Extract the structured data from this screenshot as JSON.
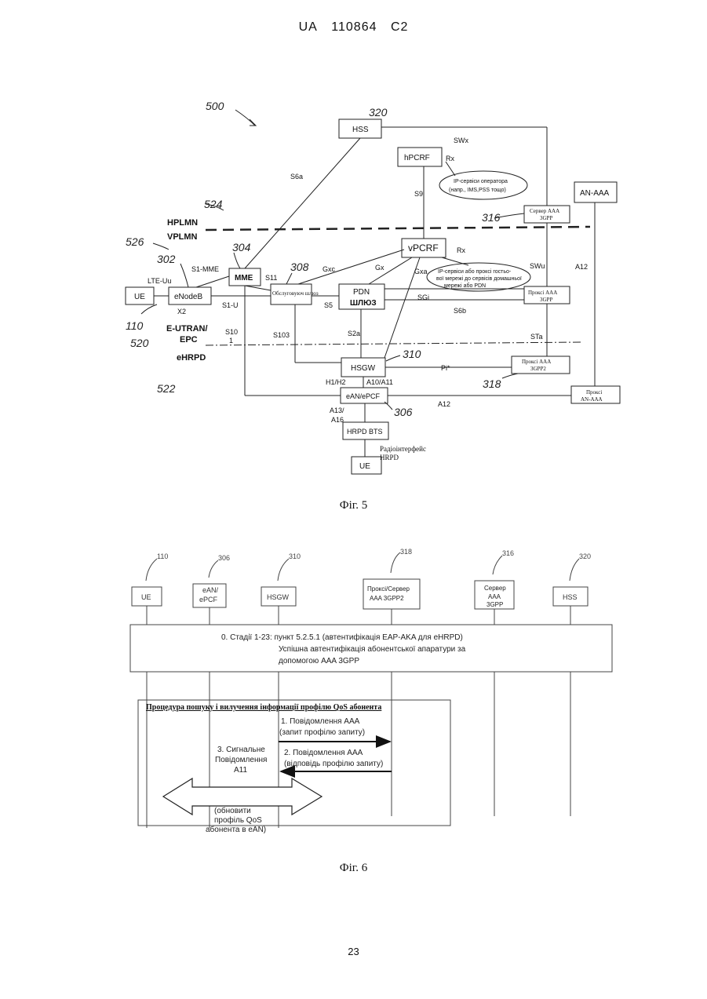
{
  "header": {
    "country": "UA",
    "number": "110864",
    "kind": "C2"
  },
  "fig5": {
    "caption": "Фіг. 5",
    "ref_main": "500",
    "nodes": {
      "hss": "HSS",
      "hpcrf": "hPCRF",
      "an_aaa": "AN-AAA",
      "vpcrf": "vPCRF",
      "mme": "MME",
      "ue_top": "UE",
      "enodeb": "eNodeB",
      "serving_gw": "Обслуговуюч шлюз",
      "pdn_gw_1": "PDN",
      "pdn_gw_2": "ШЛЮЗ",
      "aaa_server_1": "Сервер AAA",
      "aaa_server_2": "3GPP",
      "aaa_proxy_1": "Проксі AAA",
      "aaa_proxy_2": "3GPP",
      "hsgw": "HSGW",
      "aaa_proxy2_1": "Проксі AAA",
      "aaa_proxy2_2": "3GPP2",
      "proxy_anaaa_1": "Проксі",
      "proxy_anaaa_2": "AN-AAA",
      "ean_epcf": "eAN/ePCF",
      "hrpd_bts": "HRPD BTS",
      "ue_bottom": "UE"
    },
    "interfaces": {
      "swx": "SWx",
      "s6a": "S6a",
      "rx1": "Rx",
      "s9": "S9",
      "rx2": "Rx",
      "s1mme": "S1-MME",
      "lteuu": "LTE-Uu",
      "s11": "S11",
      "gxc": "Gxc",
      "gx": "Gx",
      "gxa": "Gxa",
      "swu": "SWu",
      "a12_right": "A12",
      "x2": "X2",
      "s1u": "S1-U",
      "s5": "S5",
      "sgi": "SGi",
      "s6b": "S6b",
      "s10": "S10",
      "s10_2": "1",
      "s103": "S103",
      "s2a": "S2a",
      "sta": "STa",
      "pi": "Pi*",
      "h1h2": "H1/H2",
      "a10a11": "A10/A11",
      "a12_bottom": "A12",
      "a13": "A13/",
      "a16": "A16",
      "radio_1": "Радіоінтерфейс",
      "radio_2": "HRPD"
    },
    "ip_services_operator": [
      "IP-сервіси оператора",
      "(напр., IMS,PSS тощо)"
    ],
    "ip_services_guest": [
      "IP-сервіси або проксі гостьо-",
      "вої мережі до сервісів домашньої",
      "мережі або PDN"
    ],
    "regions": {
      "hplmn": "HPLMN",
      "vplmn": "VPLMN",
      "eutran_1": "E-UTRAN/",
      "eutran_2": "EPC",
      "ehrpd": "eHRPD"
    },
    "refs": {
      "r320": "320",
      "r524": "524",
      "r526": "526",
      "r302": "302",
      "r304": "304",
      "r308": "308",
      "r316": "316",
      "r110": "110",
      "r520": "520",
      "r310": "310",
      "r318": "318",
      "r522": "522",
      "r306": "306"
    }
  },
  "fig6": {
    "caption": "Фіг. 6",
    "refs": {
      "ue": "110",
      "ean": "306",
      "hsgw": "310",
      "proxy": "318",
      "server": "316",
      "hss": "320"
    },
    "lanes": {
      "ue": "UE",
      "ean_1": "eAN/",
      "ean_2": "ePCF",
      "hsgw": "HSGW",
      "proxy_1": "Проксі/Сервер",
      "proxy_2": "AAA 3GPP2",
      "server_1": "Сервер",
      "server_2": "AAA",
      "server_3": "3GPP",
      "hss": "HSS"
    },
    "stage_box": [
      "0. Стадії 1-23: пункт 5.2.5.1 (автентифікація EAP-AKA для eHRPD)",
      "Успішна автентифікація абонентської апаратури за",
      "допомогою AAA 3GPP"
    ],
    "procedure_title": "Процедура пошуку і вилучення інформації профілю QoS абонента",
    "msg1": [
      "1. Повідомлення AAA",
      "(запит профілю запиту)"
    ],
    "msg2": [
      "2. Повідомлення AAA",
      "(відповідь профілю запиту)"
    ],
    "msg3": [
      "3. Сигнальне",
      "Повідомлення",
      "A11"
    ],
    "update": [
      "(обновити",
      "профіль QoS",
      "абонента в eAN)"
    ]
  },
  "page_number": "23"
}
